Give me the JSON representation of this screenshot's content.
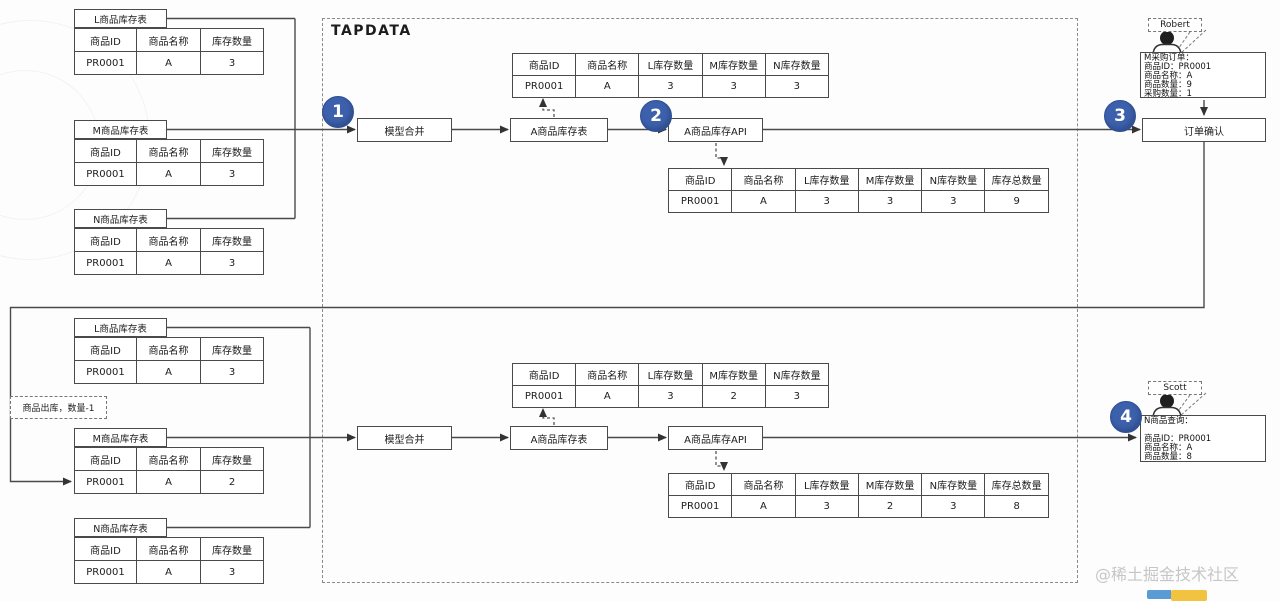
{
  "tapdata_label": "TAPDATA",
  "watermark": "@稀土掘金技术社区",
  "headers3": [
    "商品ID",
    "商品名称",
    "库存数量"
  ],
  "headers5": [
    "商品ID",
    "商品名称",
    "L库存数量",
    "M库存数量",
    "N库存数量"
  ],
  "headers6": [
    "商品ID",
    "商品名称",
    "L库存数量",
    "M库存数量",
    "N库存数量",
    "库存总数量"
  ],
  "top": {
    "sources": [
      {
        "title": "L商品库存表",
        "row": [
          "PR0001",
          "A",
          "3"
        ]
      },
      {
        "title": "M商品库存表",
        "row": [
          "PR0001",
          "A",
          "3"
        ]
      },
      {
        "title": "N商品库存表",
        "row": [
          "PR0001",
          "A",
          "3"
        ]
      }
    ],
    "merge_label": "模型合并",
    "store_label": "A商品库存表",
    "api_label": "A商品库存API",
    "confirm_label": "订单确认",
    "merged_preview_row": [
      "PR0001",
      "A",
      "3",
      "3",
      "3"
    ],
    "api_result_row": [
      "PR0001",
      "A",
      "3",
      "3",
      "3",
      "9"
    ],
    "steps": {
      "s1": "1",
      "s2": "2",
      "s3": "3"
    },
    "actor": {
      "name": "Robert",
      "lines": [
        "M采购订单：",
        "商品ID：PR0001",
        "商品名称：A",
        "商品数量：9",
        "采购数量：1"
      ]
    }
  },
  "bottom": {
    "sources": [
      {
        "title": "L商品库存表",
        "row": [
          "PR0001",
          "A",
          "3"
        ]
      },
      {
        "title": "M商品库存表",
        "row": [
          "PR0001",
          "A",
          "2"
        ]
      },
      {
        "title": "N商品库存表",
        "row": [
          "PR0001",
          "A",
          "3"
        ]
      }
    ],
    "outbound_note": "商品出库，数量-1",
    "merge_label": "模型合并",
    "store_label": "A商品库存表",
    "api_label": "A商品库存API",
    "merged_preview_row": [
      "PR0001",
      "A",
      "3",
      "2",
      "3"
    ],
    "api_result_row": [
      "PR0001",
      "A",
      "3",
      "2",
      "3",
      "8"
    ],
    "steps": {
      "s4": "4"
    },
    "actor": {
      "name": "Scott",
      "lines": [
        "N商品查询：",
        "",
        "商品ID：PR0001",
        "商品名称：A",
        "商品数量：8"
      ]
    }
  },
  "icons": {
    "actor_icon": "person-icon",
    "step_icon": "numbered-step-circle"
  },
  "colors": {
    "step_circle": "#3c60ab",
    "line": "#4a4a4a",
    "logo_blue": "#5b9bd5",
    "logo_yellow": "#f2c341",
    "watermark_gray": "#c6c6c6"
  }
}
